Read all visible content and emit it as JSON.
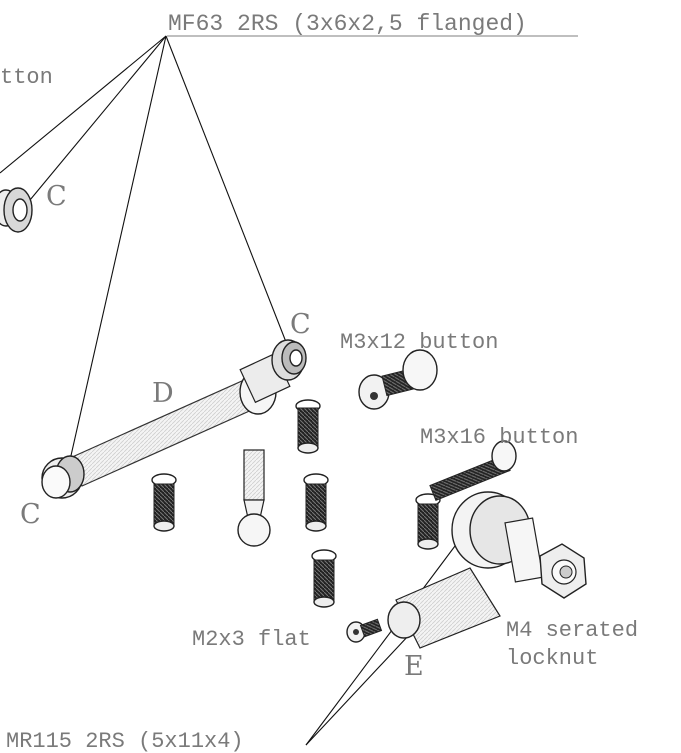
{
  "labels": {
    "top_bearing": "MF63 2RS (3x6x2,5 flanged)",
    "cut_button": "tton",
    "c_label": "C",
    "d_label": "D",
    "e_label": "E",
    "m3x12": "M3x12 button",
    "m3x16": "M3x16 button",
    "m2x3": "M2x3 flat",
    "m4_line1": "M4 serated",
    "m4_line2": "locknut",
    "bottom_bearing": "MR115 2RS (5x11x4)"
  }
}
